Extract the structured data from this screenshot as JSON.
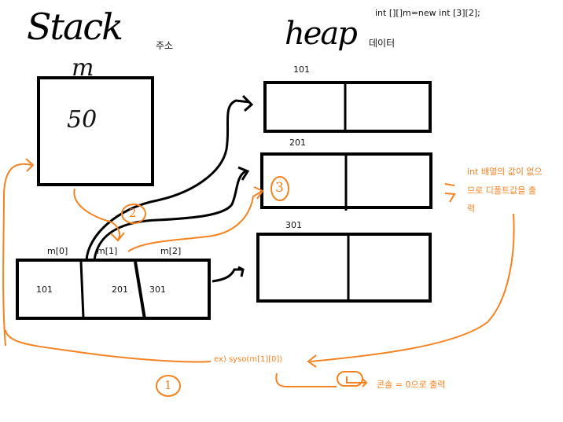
{
  "title_code": "int [][]m=new int [3][2];",
  "stack": {
    "heading": "Stack",
    "address_label": "주소",
    "var_name": "m",
    "var_value": "50"
  },
  "heap": {
    "heading": "heap",
    "data_label": "데이터",
    "rows": [
      {
        "address": "101"
      },
      {
        "address": "201"
      },
      {
        "address": "301"
      }
    ]
  },
  "array": {
    "labels": [
      "m[0]",
      "m[1]",
      "m[2]"
    ],
    "values": [
      "101",
      "201",
      "301"
    ]
  },
  "annotations": {
    "step1": "1",
    "step2": "2",
    "step3": "3",
    "note_line1": "int 배열의 값이 없으",
    "note_line2": "므로 디폴트값을 출",
    "note_line3": "력",
    "example": "ex) syso(m[1][0])",
    "console": "콘솔 = 0으로 출력"
  },
  "colors": {
    "ink": "#000000",
    "annotation": "#f58220"
  }
}
